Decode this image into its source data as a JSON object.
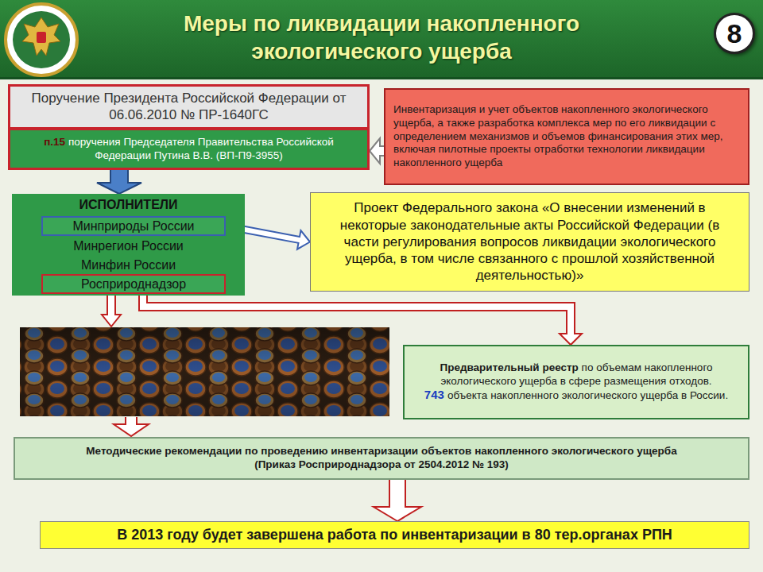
{
  "diagram": {
    "title": "Меры по ликвидации накопленного экологического ущерба",
    "nodes": [
      {
        "text": [
          "Поручение Президента Российской Федерации от 06.06.2010 № ПР-1640ГС"
        ]
      },
      {
        "text": [
          "п.15",
          "поручения Председателя Правительства Российской Федерации Путина В.В. (ВП-П9-3955)"
        ]
      },
      {
        "text": [
          "Инвентаризация и учет объектов накопленного экологического ущерба, а также разработка комплекса мер по его ликвидации с определением механизмов и объемов финансирования этих мер, включая пилотные проекты отработки технологии ликвидации накопленного ущерба"
        ]
      },
      {
        "text": [
          "ИСПОЛНИТЕЛИ",
          "Минрегион России",
          "Минфин России"
        ]
      },
      {
        "text": [
          "Минприроды России"
        ],
        "in": 3
      },
      {
        "text": [
          "Росприроднадзор"
        ],
        "in": 3
      },
      {
        "text": [
          "Проект Федерального закона «О внесении изменений в некоторые законодательные акты Российской Федерации (в части регулирования вопросов ликвидации экологического ущерба, в том числе связанного с прошлой хозяйственной деятельностью)»"
        ]
      },
      {
        "text": [
          "Предварительный реестр",
          "по объемам накопленного экологического ущерба в сфере размещения отходов.",
          "743",
          "объекта накопленного экологического ущерба в России."
        ]
      },
      {
        "text": [
          "Методические рекомендации по проведению инвентаризации объектов накопленного экологического ущерба",
          "(Приказ Росприроднадзора от 2504.2012 № 193)"
        ]
      },
      {
        "text": [
          "В 2013 году будет завершена работа по инвентаризации в 80 тер.органах РПН"
        ]
      }
    ],
    "edges": [
      {
        "from": 1,
        "to": 3,
        "arrow": "to"
      },
      {
        "from": 2,
        "to": 1,
        "arrow": "to"
      },
      {
        "from": 4,
        "to": 6,
        "arrow": "to"
      },
      {
        "from": 5,
        "to": 7,
        "arrow": "to"
      },
      {
        "from": 8,
        "to": 9,
        "arrow": "to"
      }
    ],
    "labels": [
      "8"
    ]
  }
}
